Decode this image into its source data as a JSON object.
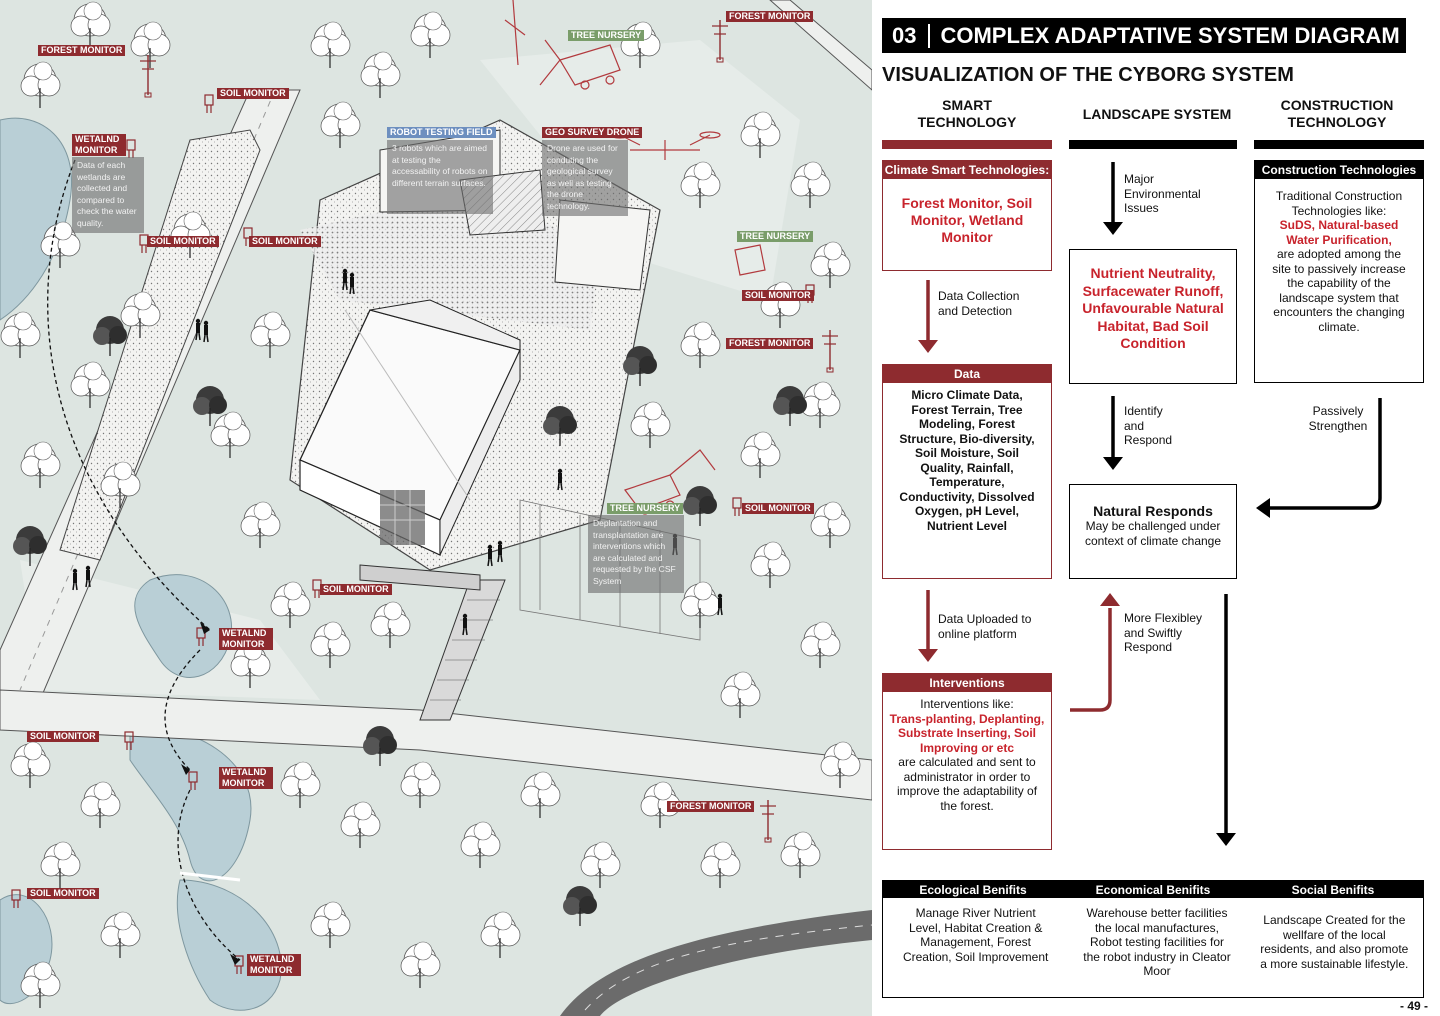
{
  "map": {
    "tags": {
      "forest_monitor_1": "FOREST MONITOR",
      "forest_monitor_2": "FOREST MONITOR",
      "forest_monitor_3": "FOREST MONITOR",
      "forest_monitor_4": "FOREST MONITOR",
      "tree_nursery_1": "TREE NURSERY",
      "tree_nursery_2": "TREE NURSERY",
      "tree_nursery_3": "TREE NURSERY",
      "soil_monitor_1": "SOIL MONITOR",
      "soil_monitor_2": "SOIL MONITOR",
      "soil_monitor_3": "SOIL MONITOR",
      "soil_monitor_4": "SOIL MONITOR",
      "soil_monitor_5": "SOIL MONITOR",
      "soil_monitor_6": "SOIL MONITOR",
      "soil_monitor_7": "SOIL MONITOR",
      "soil_monitor_8": "SOIL MONITOR",
      "wetland_monitor_1": "WETALND MONITOR",
      "wetland_monitor_2": "WETALND MONITOR",
      "wetland_monitor_3": "WETALND MONITOR",
      "wetland_monitor_4": "WETALND MONITOR",
      "robot_testing_field": "ROBOT TESTING FIELD",
      "geo_survey_drone": "GEO SURVEY DRONE"
    },
    "notes": {
      "wetland": "Data of each wetlands are collected and compared to  check the water quality.",
      "robot": "3 robots which are aimed at testing the accessability of robots on different terrain surfaces.",
      "drone": "Drone are used for conduting the geological survey as well as testing the drone technology.",
      "nursery": "Deplantation and transplantation are interventions which are calculated and requested by the CSF System"
    }
  },
  "panel": {
    "section_number": "03",
    "title": "COMPLEX ADAPTATIVE SYSTEM DIAGRAM",
    "subtitle": "VISUALIZATION OF THE CYBORG SYSTEM",
    "columns": {
      "smart": "SMART TECHNOLOGY",
      "landscape": "LANDSCAPE SYSTEM",
      "construction": "CONSTRUCTION TECHNOLOGY"
    },
    "climate_box": {
      "header": "Climate Smart Technologies:",
      "items": "Forest Monitor, Soil Monitor, Wetland Monitor"
    },
    "arrow_labels": {
      "data_collection": "Data Collection and Detection",
      "data_uploaded": "Data Uploaded to online platform",
      "major_issues": "Major Environmental Issues",
      "identify": "Identify and Respond",
      "more_flexibly": "More Flexibley and Swiftly Respond",
      "passively": "Passively Strengthen"
    },
    "data_box": {
      "header": "Data",
      "items": "Micro Climate Data, Forest Terrain, Tree Modeling, Forest Structure, Bio-diversity, Soil Moisture, Soil Quality, Rainfall, Temperature, Conductivity, Dissolved Oxygen, pH Level, Nutrient Level"
    },
    "interventions_box": {
      "header": "Interventions",
      "intro": "Interventions like:",
      "items": "Trans-planting, Deplanting, Substrate Inserting, Soil Improving or etc",
      "outro": "are calculated and sent to administrator in order to improve the adaptability of the forest."
    },
    "issues_box": {
      "text": "Nutrient Neutrality, Surfacewater Runoff, Unfavourable Natural Habitat, Bad Soil Condition"
    },
    "responds_box": {
      "title": "Natural Responds",
      "text": "May be challenged under context of climate change"
    },
    "construction_box": {
      "header": "Construction Technologies",
      "intro": "Traditional Construction Technologies like:",
      "items": "SuDS, Natural-based Water Purification,",
      "outro": "are adopted among the site to passively increase the capability of the landscape system that encounters the changing climate."
    },
    "benefits": {
      "ecological_title": "Ecological Benifits",
      "ecological_text": "Manage River Nutrient Level, Habitat Creation & Management, Forest Creation, Soil Improvement",
      "economical_title": "Economical Benifits",
      "economical_text": "Warehouse better facilities the local manufactures, Robot testing facilities for the robot industry in Cleator Moor",
      "social_title": "Social Benifits",
      "social_text": "Landscape Created for the wellfare of the local residents, and also promote a more sustainable lifestyle."
    },
    "page_number": "- 49 -"
  },
  "colors": {
    "accent_red": "#8e2b2f",
    "text_red": "#c8232c",
    "nursery_green": "#7a9d6a",
    "robot_blue": "#6d8fbf"
  }
}
